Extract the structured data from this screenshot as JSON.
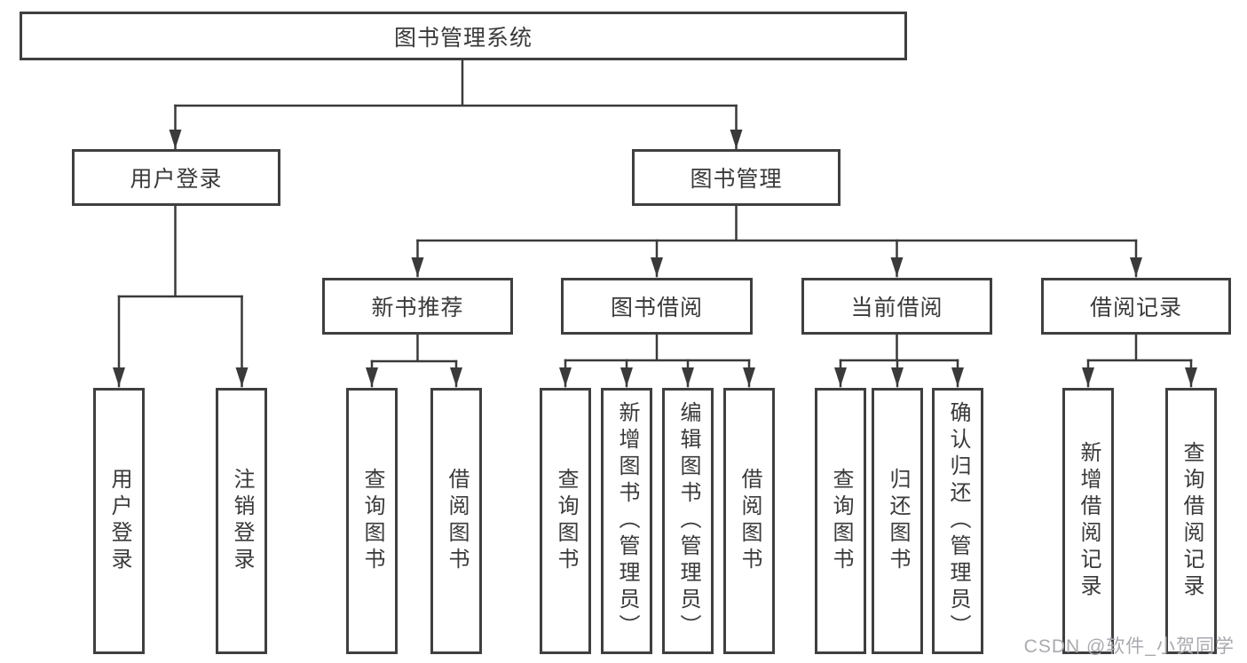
{
  "diagram": {
    "root": {
      "label": "图书管理系统"
    },
    "user_login": {
      "label": "用户登录",
      "children": [
        {
          "label": "用户登录"
        },
        {
          "label": "注销登录"
        }
      ]
    },
    "book_management": {
      "label": "图书管理",
      "sections": [
        {
          "label": "新书推荐",
          "children": [
            {
              "label": "查询图书"
            },
            {
              "label": "借阅图书"
            }
          ]
        },
        {
          "label": "图书借阅",
          "children": [
            {
              "label": "查询图书"
            },
            {
              "label": "新增图书（管理员）"
            },
            {
              "label": "编辑图书（管理员）"
            },
            {
              "label": "借阅图书"
            }
          ]
        },
        {
          "label": "当前借阅",
          "children": [
            {
              "label": "查询图书"
            },
            {
              "label": "归还图书"
            },
            {
              "label": "确认归还（管理员）"
            }
          ]
        },
        {
          "label": "借阅记录",
          "children": [
            {
              "label": "新增借阅记录"
            },
            {
              "label": "查询借阅记录"
            }
          ]
        }
      ]
    },
    "colors": {
      "line": "#3a3a3a",
      "border": "#3f3f3f",
      "text": "#3a3a3a",
      "background": "#ffffff",
      "watermark": "#a9a9b0"
    }
  },
  "watermark": {
    "text": "CSDN @软件_小贺同学"
  }
}
